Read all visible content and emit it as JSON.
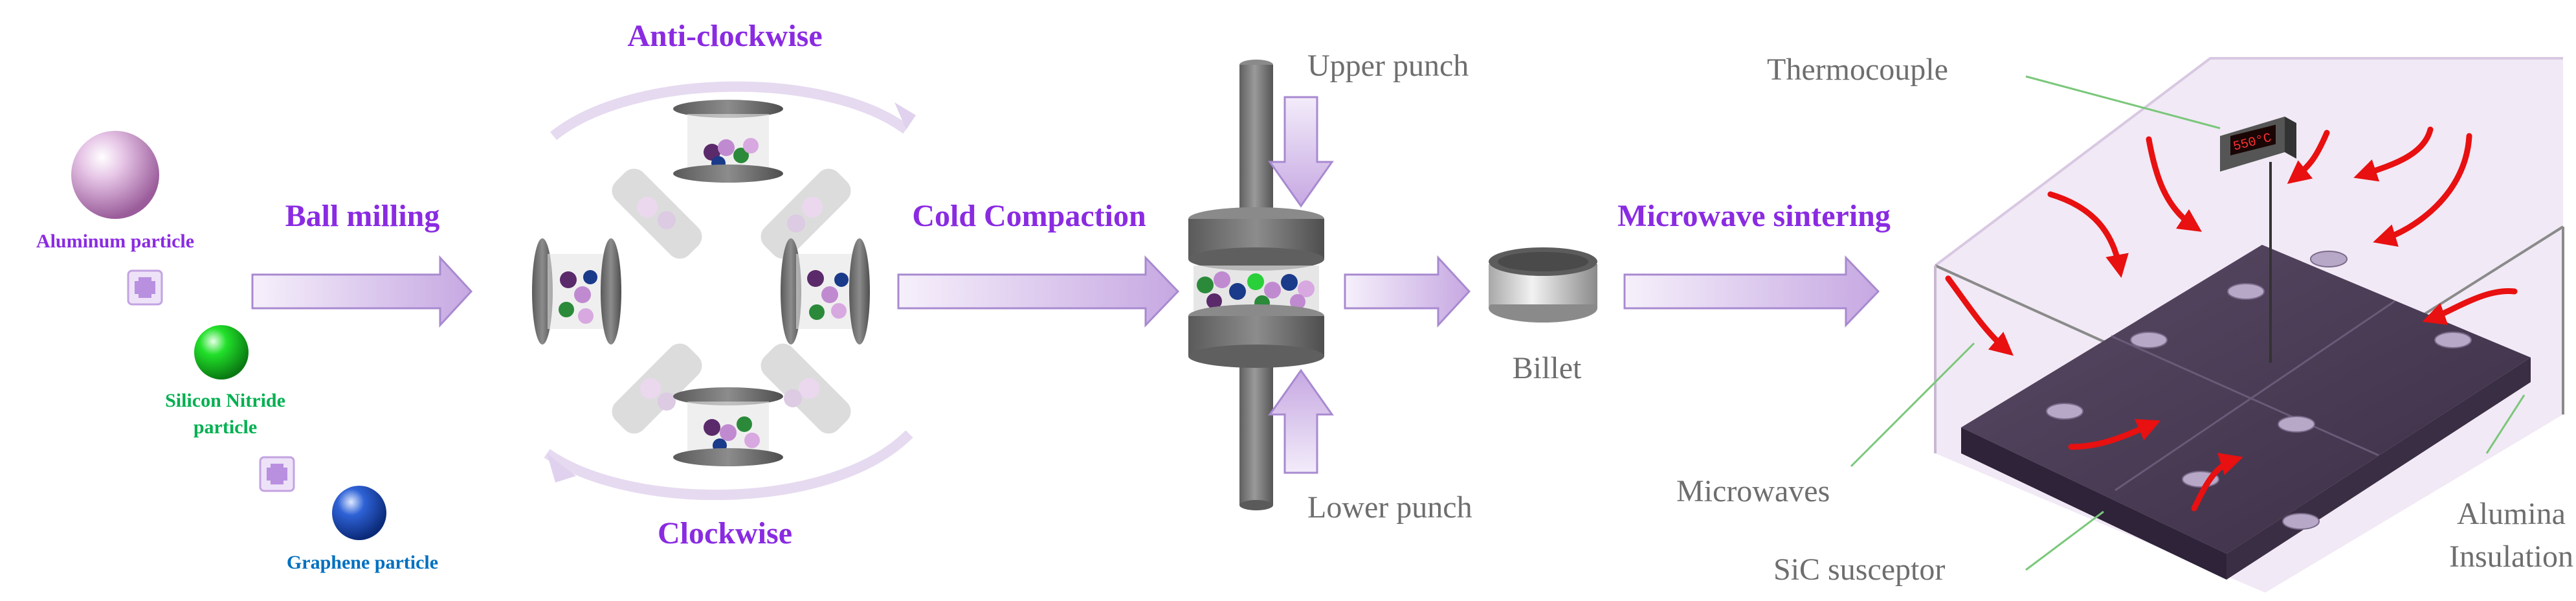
{
  "particles": {
    "aluminum": "Aluminum particle",
    "silicon_nitride_line1": "Silicon Nitride",
    "silicon_nitride_line2": "particle",
    "graphene": "Graphene particle",
    "plus": "+"
  },
  "steps": {
    "ball_milling": "Ball milling",
    "cold_compaction": "Cold Compaction",
    "microwave_sintering": "Microwave sintering"
  },
  "milling": {
    "anti_clockwise": "Anti-clockwise",
    "clockwise": "Clockwise"
  },
  "press": {
    "upper_punch": "Upper punch",
    "lower_punch": "Lower punch"
  },
  "billet": "Billet",
  "furnace": {
    "thermocouple": "Thermocouple",
    "display": "550°C",
    "microwaves": "Microwaves",
    "sic_susceptor": "SiC susceptor",
    "alumina_line1": "Alumina",
    "alumina_line2": "Insulation"
  },
  "colors": {
    "purple_text": "#8a2be2",
    "green_text": "#00b050",
    "blue_text": "#0070c0",
    "gray_text": "#6e6e6e",
    "microwave_arrows": "#e81010",
    "arrow_fill": "#d9c8ec"
  }
}
